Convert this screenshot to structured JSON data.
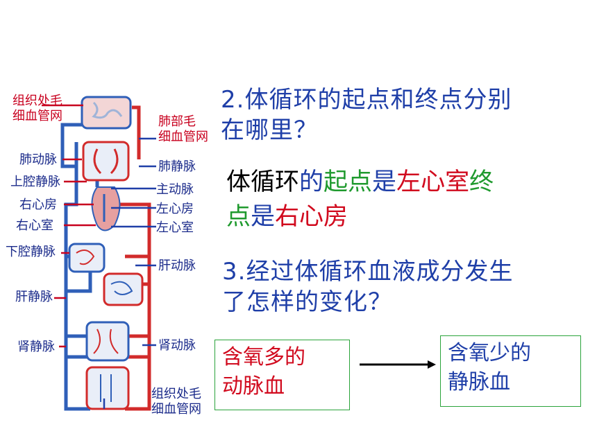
{
  "diagram": {
    "labels_left": {
      "capillary_top": [
        "组织处毛",
        "细血管网"
      ],
      "pulmonary_artery": "肺动脉",
      "superior_vena_cava": "上腔静脉",
      "right_atrium": "右心房",
      "right_ventricle": "右心室",
      "inferior_vena_cava": "下腔静脉",
      "hepatic_vein": "肝静脉",
      "renal_vein": "肾静脉"
    },
    "labels_right": {
      "lung_capillary": [
        "肺部毛",
        "细血管网"
      ],
      "pulmonary_vein": "肺静脉",
      "aorta": "主动脉",
      "left_atrium": "左心房",
      "left_ventricle": "左心室",
      "hepatic_artery": "肝动脉",
      "renal_artery": "肾动脉",
      "capillary_bottom": [
        "组织处毛",
        "细血管网"
      ]
    }
  },
  "question2": {
    "number": "2.",
    "line1": "体循环的起点和终点分别",
    "line2": "在哪里？"
  },
  "answer2": {
    "seg1": "体循环",
    "seg2": "的",
    "seg3": "起点",
    "seg4": "是",
    "seg5": "左心室",
    "seg6": "终",
    "seg7": "点",
    "seg8": "是",
    "seg9": "右心房"
  },
  "question3": {
    "number": "3.",
    "line1": "经过体循环血液成分发生",
    "line2": "了怎样的变化？"
  },
  "change": {
    "from": [
      "含氧多的",
      "动脉血"
    ],
    "to": [
      "含氧少的",
      "静脉血"
    ]
  },
  "colors": {
    "blue": "#1f3fa8",
    "red": "#d10a1e",
    "green": "#1f9a2e",
    "black": "#000000",
    "vessel_red": "#d22b2b",
    "vessel_blue": "#2f5fb8"
  }
}
